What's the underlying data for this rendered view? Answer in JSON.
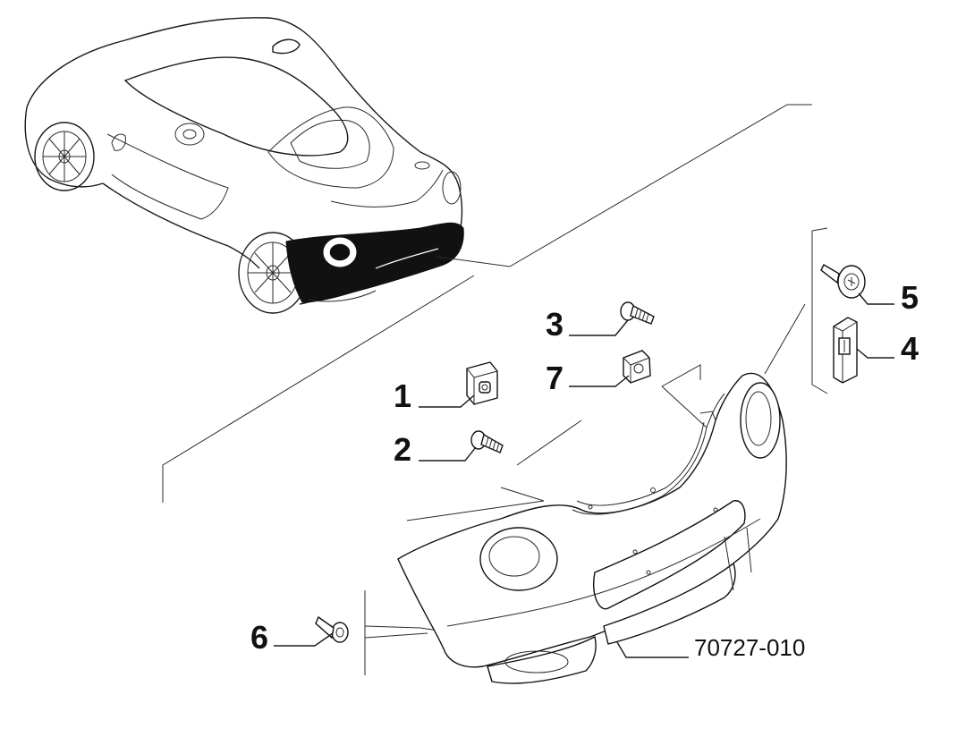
{
  "diagram": {
    "callouts": [
      {
        "id": "1",
        "label": "1"
      },
      {
        "id": "2",
        "label": "2"
      },
      {
        "id": "3",
        "label": "3"
      },
      {
        "id": "4",
        "label": "4"
      },
      {
        "id": "5",
        "label": "5"
      },
      {
        "id": "6",
        "label": "6"
      },
      {
        "id": "7",
        "label": "7"
      }
    ],
    "assembly_code": "70727-010"
  }
}
